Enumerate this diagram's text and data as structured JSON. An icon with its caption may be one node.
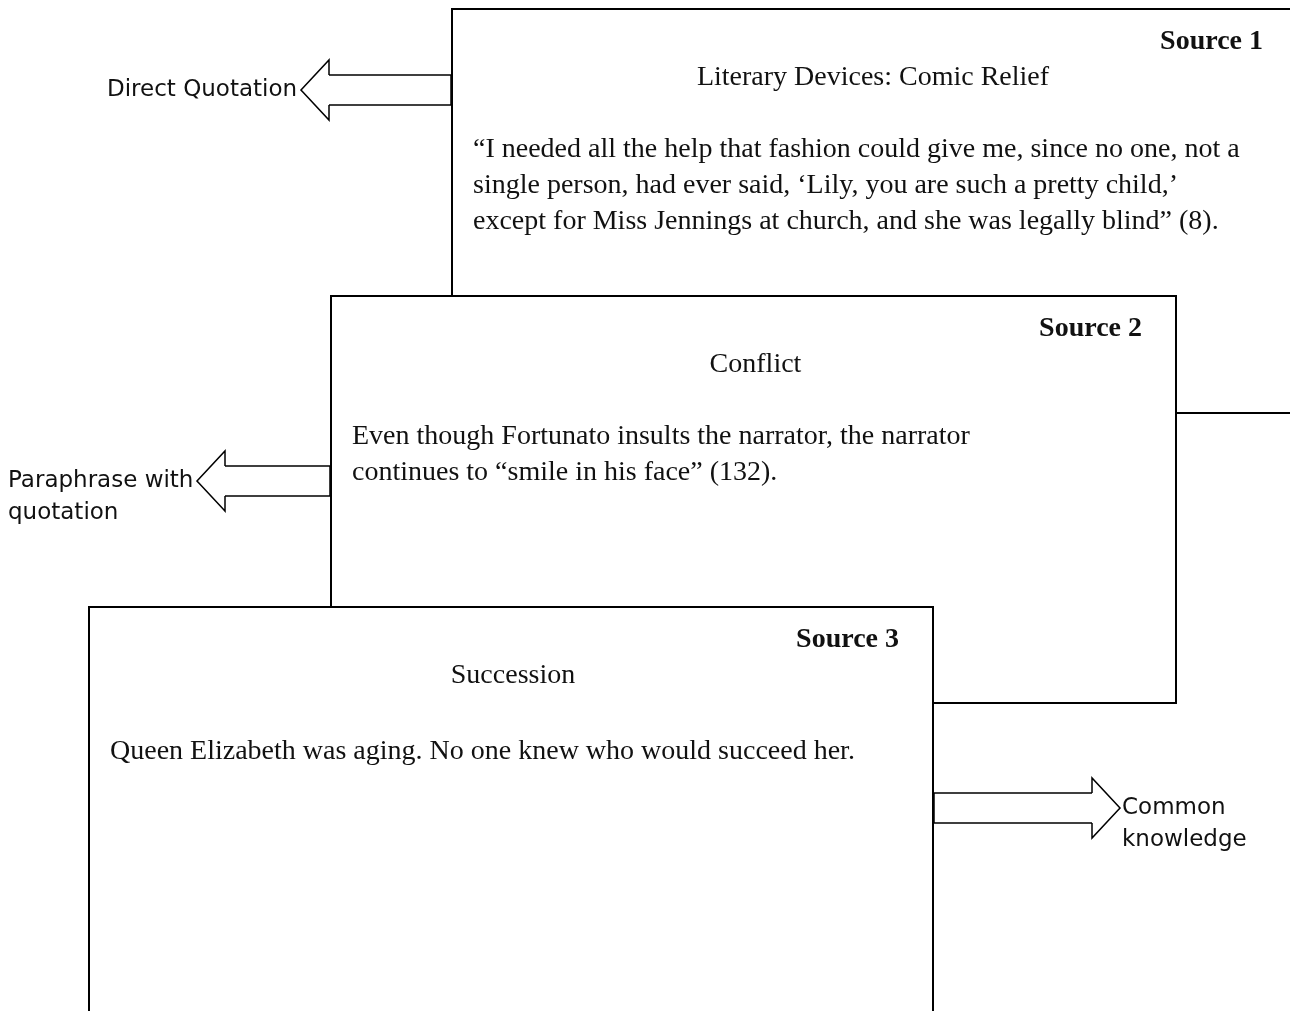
{
  "diagram": {
    "nodes": [
      {
        "text": [
          "Source 1",
          "Literary Devices: Comic Relief",
          "“I needed all the help that fashion could give me, since no one, not a single person, had ever said, ‘Lily, you are such a pretty child,’ except for Miss Jennings at church, and she was legally blind” (8)."
        ]
      },
      {
        "text": [
          "Direct Quotation"
        ]
      },
      {
        "text": [
          "Source 2",
          "Conflict",
          "Even though Fortunato insults the narrator, the narrator continues to “smile in his face” (132)."
        ]
      },
      {
        "text": [
          "Paraphrase with quotation"
        ]
      },
      {
        "text": [
          "Source 3",
          "Succession",
          "Queen Elizabeth was aging. No one knew who would succeed her."
        ]
      },
      {
        "text": [
          "Common knowledge"
        ]
      }
    ],
    "edges": [
      {
        "from": 0,
        "to": 1,
        "arrow": "to"
      },
      {
        "from": 2,
        "to": 3,
        "arrow": "to"
      },
      {
        "from": 4,
        "to": 5,
        "arrow": "to"
      }
    ]
  }
}
